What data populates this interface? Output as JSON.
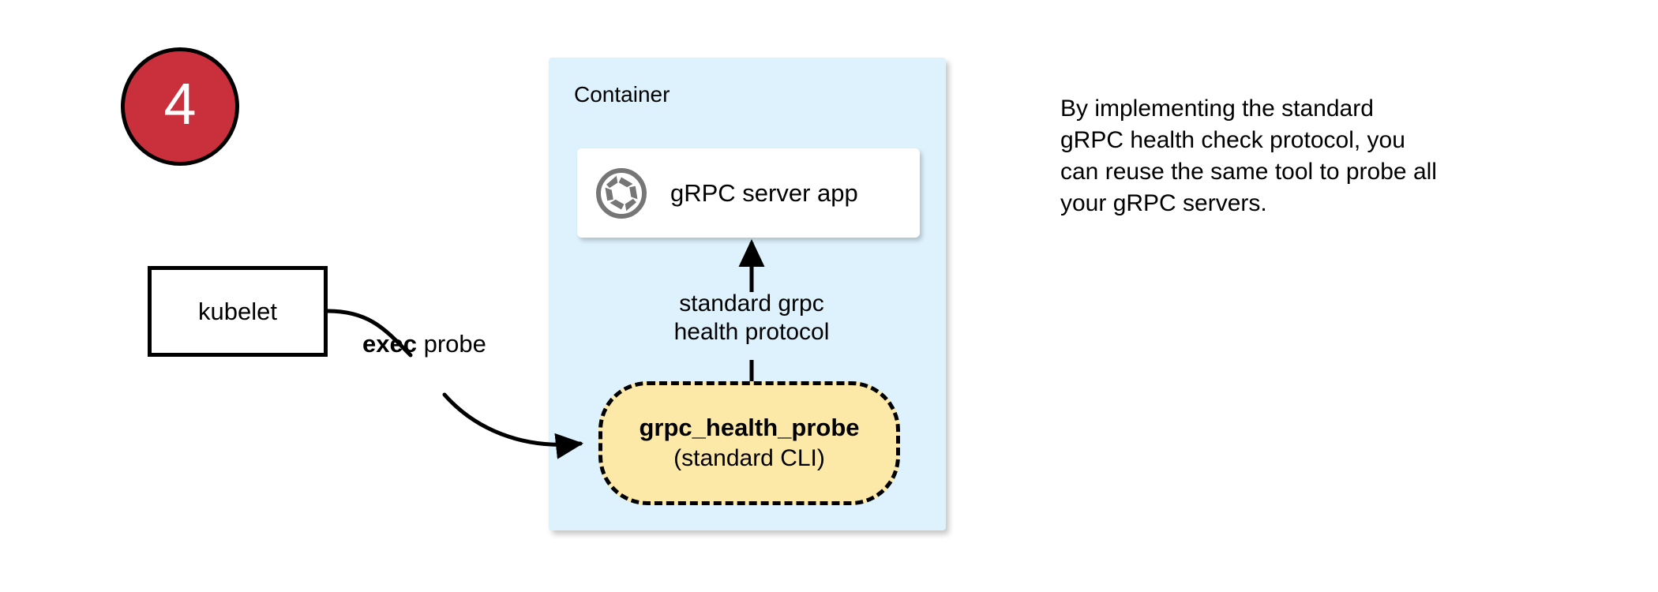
{
  "diagram": {
    "step_badge": {
      "number": "4"
    },
    "kubelet_node": {
      "label": "kubelet"
    },
    "exec_edge": {
      "bold_text": "exec",
      "rest_text": " probe"
    },
    "container": {
      "title": "Container",
      "server_app": {
        "icon": "grpc-aperture-icon",
        "label": "gRPC server app"
      },
      "protocol_edge": {
        "line1": "standard grpc",
        "line2": "health protocol"
      },
      "health_probe": {
        "title": "grpc_health_probe",
        "subtitle": "(standard CLI)"
      }
    },
    "annotation": {
      "line1": "By implementing the standard",
      "line2": "gRPC health check protocol, you",
      "line3": "can reuse the same tool to probe all",
      "line4": "your gRPC servers."
    }
  },
  "colors": {
    "badge_fill": "#c9303c",
    "badge_text": "#ffffff",
    "container_fill": "#ddf2fd",
    "probe_fill": "#fce9a8",
    "card_fill": "#ffffff",
    "stroke": "#000000",
    "icon_gray": "#767676"
  }
}
